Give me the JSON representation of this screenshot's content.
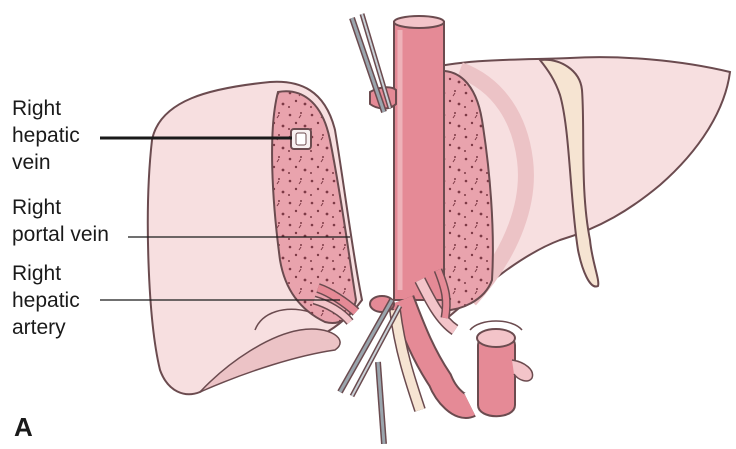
{
  "diagram": {
    "panel_label": "A",
    "labels": {
      "right_hepatic_vein": [
        "Right",
        "hepatic",
        "vein"
      ],
      "right_portal_vein": [
        "Right",
        "portal vein"
      ],
      "right_hepatic_artery": [
        "Right",
        "hepatic",
        "artery"
      ]
    },
    "colors": {
      "liver_surface": "#f7dfe0",
      "liver_shadow": "#ecc3c6",
      "cut_parenchyma": "#e9a3ad",
      "vessel": "#e58a96",
      "vessel_light": "#f3c4c9",
      "ligament": "#f6e4d2",
      "outline": "#6b4b4f",
      "clamp": "#9aa5ad"
    }
  }
}
